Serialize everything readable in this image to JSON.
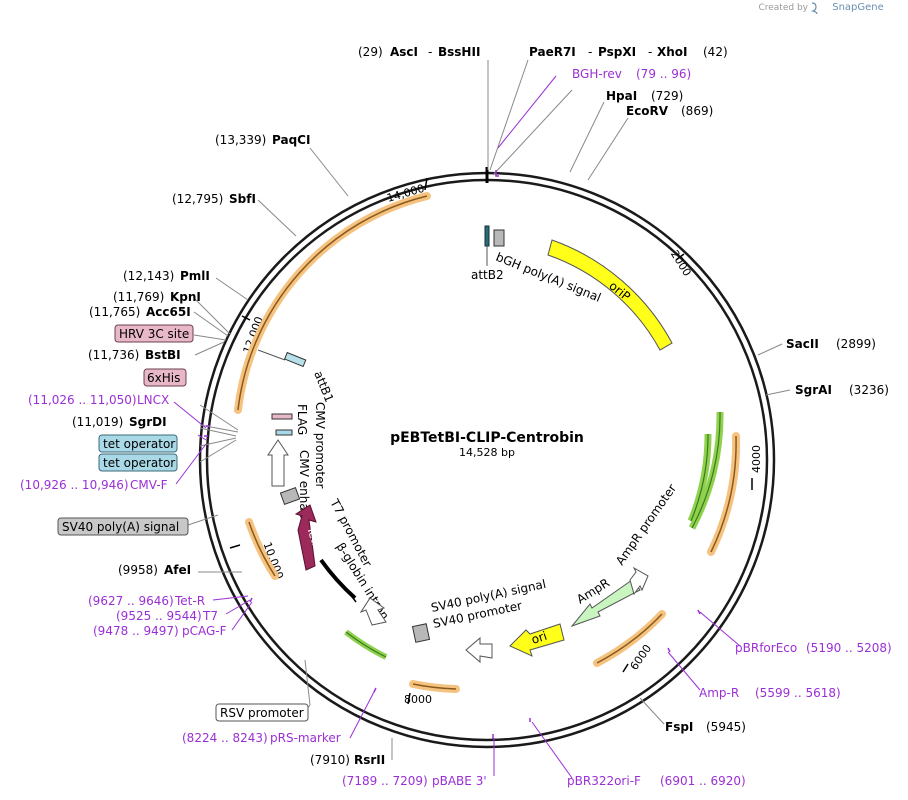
{
  "credit": {
    "prefix": "Created by",
    "brand": "SnapGene"
  },
  "plasmid": {
    "name": "pEBTetBI-CLIP-Centrobin",
    "size": "14,528 bp"
  },
  "ticks": [
    "2000",
    "4000",
    "6000",
    "8000",
    "10,000",
    "12,000",
    "14,000"
  ],
  "enzymes": {
    "asc": {
      "num": "(29)",
      "name": "AscI",
      "sep": "-",
      "name2": "BssHII"
    },
    "pae": {
      "name": "PaeR7I",
      "sep": "-",
      "name2": "PspXI",
      "sep2": "-",
      "name3": "XhoI",
      "num": "(42)"
    },
    "hpa": {
      "name": "HpaI",
      "num": "(729)"
    },
    "eco": {
      "name": "EcoRV",
      "num": "(869)"
    },
    "sac": {
      "name": "SacII",
      "num": "(2899)"
    },
    "sgra": {
      "name": "SgrAI",
      "num": "(3236)"
    },
    "fsp": {
      "name": "FspI",
      "num": "(5945)"
    },
    "rsr": {
      "num": "(7910)",
      "name": "RsrII"
    },
    "afe": {
      "num": "(9958)",
      "name": "AfeI"
    },
    "sgrd": {
      "num": "(11,019)",
      "name": "SgrDI"
    },
    "bst": {
      "num": "(11,736)",
      "name": "BstBI"
    },
    "acc": {
      "num": "(11,765)",
      "name": "Acc65I"
    },
    "kpn": {
      "num": "(11,769)",
      "name": "KpnI"
    },
    "pml": {
      "num": "(12,143)",
      "name": "PmlI"
    },
    "sbf": {
      "num": "(12,795)",
      "name": "SbfI"
    },
    "paq": {
      "num": "(13,339)",
      "name": "PaqCI"
    }
  },
  "primers": {
    "bgh": {
      "name": "BGH-rev",
      "range": "(79 .. 96)"
    },
    "pbrf": {
      "name": "pBRforEco",
      "range": "(5190 .. 5208)"
    },
    "ampr": {
      "name": "Amp-R",
      "range": "(5599 .. 5618)"
    },
    "pbr322": {
      "name": "pBR322ori-F",
      "range": "(6901 .. 6920)"
    },
    "pbabe": {
      "range": "(7189 .. 7209)",
      "name": "pBABE 3'"
    },
    "prs": {
      "range": "(8224 .. 8243)",
      "name": "pRS-marker"
    },
    "pcag": {
      "range": "(9478 .. 9497)",
      "name": "pCAG-F"
    },
    "t7": {
      "range": "(9525 .. 9544)",
      "name": "T7"
    },
    "tetr": {
      "range": "(9627 .. 9646)",
      "name": "Tet-R"
    },
    "cmvf": {
      "range": "(10,926 .. 10,946)",
      "name": "CMV-F"
    },
    "lncx": {
      "range": "(11,026 .. 11,050)",
      "name": "LNCX"
    }
  },
  "boxed": {
    "hrv": "HRV 3C site",
    "his": "6xHis",
    "teto1": "tet operator",
    "teto2": "tet operator",
    "sv40pa": "SV40 poly(A) signal",
    "rsv": "RSV promoter"
  },
  "features": {
    "attB2": "attB2",
    "bgh": "bGH poly(A) signal",
    "oriP": "oriP",
    "attB1": "attB1",
    "flag": "FLAG",
    "cmvp": "CMV promoter",
    "cmve": "CMV enhancer",
    "t7p": "T7 promoter",
    "tetR": "TetR",
    "bglob": "β-globin intron",
    "sv40pa": "SV40 poly(A) signal",
    "sv40p": "SV40 promoter",
    "ori": "ori",
    "ampR": "AmpR",
    "ampRp": "AmpR promoter"
  },
  "colors": {
    "ring": "#1a1a1a",
    "primer": "#9b2fd6",
    "orf": "#f5c280",
    "orfStroke": "#8a5a1c",
    "green": "#8fd14f",
    "greenStroke": "#3a7a1a",
    "oriP": "#ffff1a",
    "tetR": "#9b2a5a",
    "ampR": "#c8f5c0",
    "tetBox": "#a9d8e6",
    "hisBox": "#e8b8c8",
    "grayBox": "#c8c8c8"
  }
}
